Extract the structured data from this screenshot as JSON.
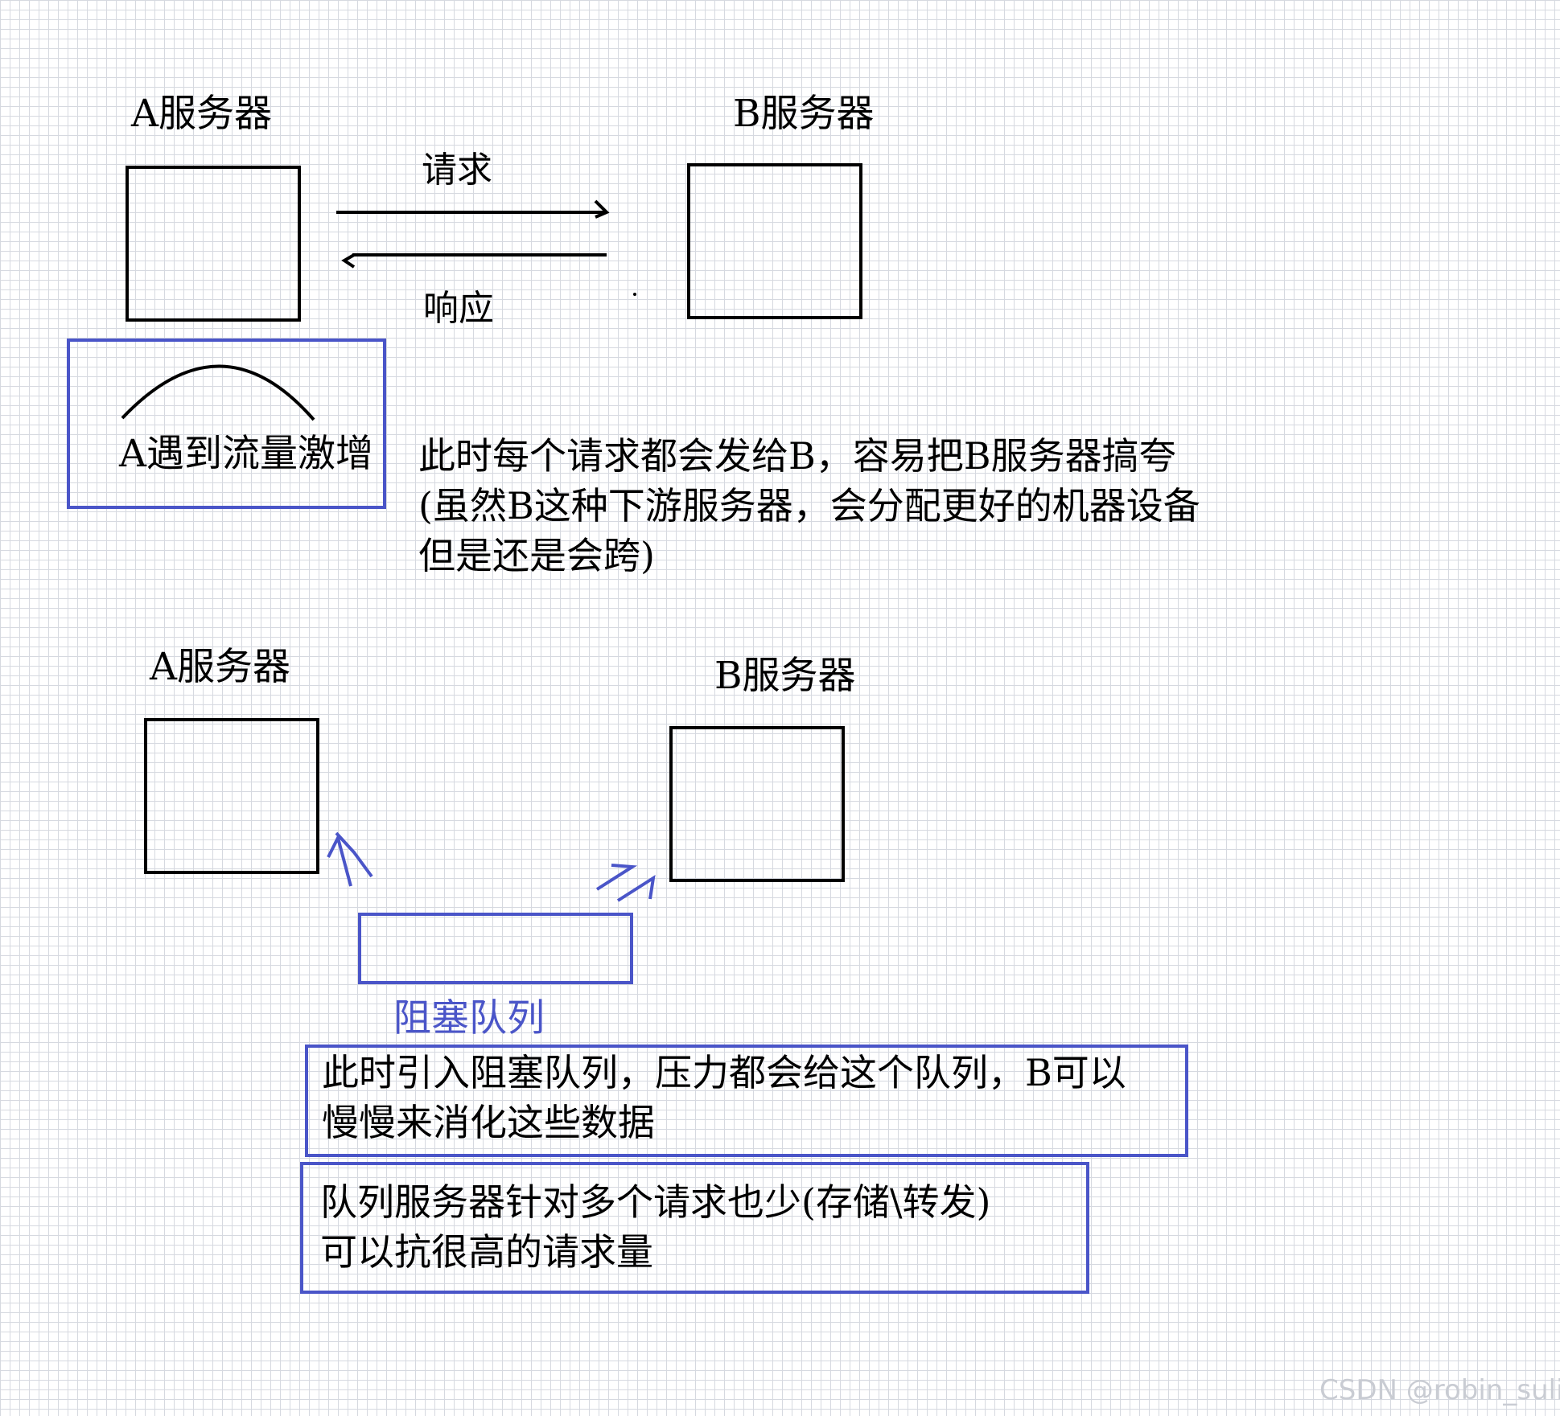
{
  "diagram1": {
    "server_a_label": "A服务器",
    "server_b_label": "B服务器",
    "request_label": "请求",
    "response_label": "响应",
    "surge_label": "A遇到流量激增",
    "explanation_lines": [
      "此时每个请求都会发给B，容易把B服务器搞夸",
      "(虽然B这种下游服务器，会分配更好的机器设备",
      "但是还是会跨)"
    ]
  },
  "diagram2": {
    "server_a_label": "A服务器",
    "server_b_label": "B服务器",
    "queue_label": "阻塞队列",
    "note1_lines": [
      "此时引入阻塞队列，压力都会给这个队列，B可以",
      "慢慢来消化这些数据"
    ],
    "note2_lines": [
      "队列服务器针对多个请求也少(存储\\转发)",
      "可以抗很高的请求量"
    ]
  },
  "watermark": "CSDN @robin_suli",
  "colors": {
    "ink": "#000000",
    "blue": "#4a55c8",
    "grid": "#d6d9e0",
    "watermark": "#c9ccd3"
  }
}
